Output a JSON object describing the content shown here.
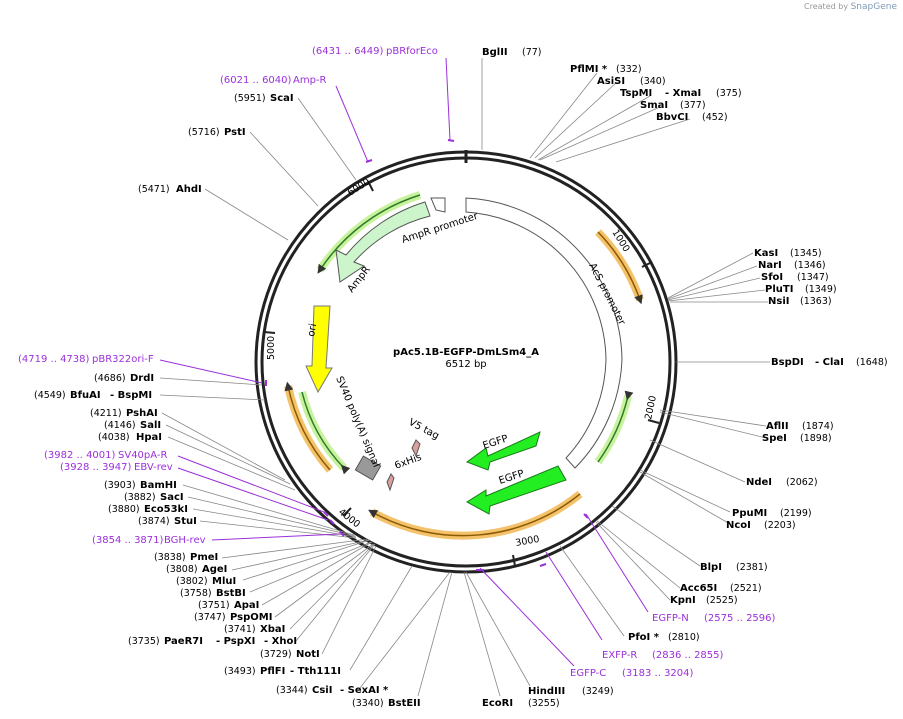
{
  "plasmid": {
    "name": "pAc5.1B-EGFP-DmLSm4_A",
    "length": "6512 bp",
    "watermark_prefix": "Created by",
    "watermark_brand": "SnapGene"
  },
  "ticks": [
    "1000",
    "2000",
    "3000",
    "4000",
    "5000",
    "6000"
  ],
  "features": [
    {
      "name": "AmpR promoter",
      "color": "#ffffff"
    },
    {
      "name": "AmpR",
      "color": "#ccf5cc"
    },
    {
      "name": "AcS promoter",
      "color": "#ffffff"
    },
    {
      "name": "ori",
      "color": "#ffff00"
    },
    {
      "name": "SV40 poly(A) signal",
      "color": "#999999"
    },
    {
      "name": "V5 tag",
      "color": "#d9a0a0"
    },
    {
      "name": "6xHis",
      "color": "#d9a0a0"
    },
    {
      "name": "EGFP",
      "color": "#22ee22"
    },
    {
      "name": "EGFP",
      "color": "#22ee22"
    }
  ],
  "sites": [
    {
      "name": "BglII",
      "pos": "(77)"
    },
    {
      "name": "PflMI *",
      "pos": "(332)"
    },
    {
      "name": "AsiSI",
      "pos": "(340)"
    },
    {
      "name": "TspMI",
      "name2": "XmaI",
      "pos": "(375)"
    },
    {
      "name": "SmaI",
      "pos": "(377)"
    },
    {
      "name": "BbvCI",
      "pos": "(452)"
    },
    {
      "name": "KasI",
      "pos": "(1345)"
    },
    {
      "name": "NarI",
      "pos": "(1346)"
    },
    {
      "name": "SfoI",
      "pos": "(1347)"
    },
    {
      "name": "PluTI",
      "pos": "(1349)"
    },
    {
      "name": "NsiI",
      "pos": "(1363)"
    },
    {
      "name": "BspDI",
      "name2": "ClaI",
      "pos": "(1648)"
    },
    {
      "name": "AflII",
      "pos": "(1874)"
    },
    {
      "name": "SpeI",
      "pos": "(1898)"
    },
    {
      "name": "NdeI",
      "pos": "(2062)"
    },
    {
      "name": "PpuMI",
      "pos": "(2199)"
    },
    {
      "name": "NcoI",
      "pos": "(2203)"
    },
    {
      "name": "BlpI",
      "pos": "(2381)"
    },
    {
      "name": "Acc65I",
      "pos": "(2521)"
    },
    {
      "name": "KpnI",
      "pos": "(2525)"
    },
    {
      "name": "PfoI *",
      "pos": "(2810)"
    },
    {
      "name": "HindIII",
      "pos": "(3249)"
    },
    {
      "name": "EcoRI",
      "pos": "(3255)"
    },
    {
      "name": "BstEII",
      "pos": "(3340)"
    },
    {
      "name": "CsiI",
      "name2": "SexAI *",
      "pos": "(3344)"
    },
    {
      "name": "PflFI",
      "name2": "Tth111I",
      "pos": "(3493)"
    },
    {
      "name": "NotI",
      "pos": "(3729)"
    },
    {
      "name": "PaeR7I",
      "name2": "PspXI",
      "name3": "XhoI",
      "pos": "(3735)"
    },
    {
      "name": "XbaI",
      "pos": "(3741)"
    },
    {
      "name": "PspOMI",
      "pos": "(3747)"
    },
    {
      "name": "ApaI",
      "pos": "(3751)"
    },
    {
      "name": "BstBI",
      "pos": "(3758)"
    },
    {
      "name": "MluI",
      "pos": "(3802)"
    },
    {
      "name": "AgeI",
      "pos": "(3808)"
    },
    {
      "name": "PmeI",
      "pos": "(3838)"
    },
    {
      "name": "StuI",
      "pos": "(3874)"
    },
    {
      "name": "Eco53kI",
      "pos": "(3880)"
    },
    {
      "name": "SacI",
      "pos": "(3882)"
    },
    {
      "name": "BamHI",
      "pos": "(3903)"
    },
    {
      "name": "HpaI",
      "pos": "(4038)"
    },
    {
      "name": "SalI",
      "pos": "(4146)"
    },
    {
      "name": "PshAI",
      "pos": "(4211)"
    },
    {
      "name": "BfuAI",
      "name2": "BspMI",
      "pos": "(4549)"
    },
    {
      "name": "DrdI",
      "pos": "(4686)"
    },
    {
      "name": "AhdI",
      "pos": "(5471)"
    },
    {
      "name": "PstI",
      "pos": "(5716)"
    },
    {
      "name": "ScaI",
      "pos": "(5951)"
    }
  ],
  "primers": [
    {
      "range": "(6431 .. 6449)",
      "name": "pBRforEco"
    },
    {
      "range": "(6021 .. 6040)",
      "name": "Amp-R"
    },
    {
      "range": "(4719 .. 4738)",
      "name": "pBR322ori-F"
    },
    {
      "range": "(3982 .. 4001)",
      "name": "SV40pA-R"
    },
    {
      "range": "(3928 .. 3947)",
      "name": "EBV-rev"
    },
    {
      "range": "(3854 .. 3871)",
      "name": "BGH-rev"
    },
    {
      "name": "EGFP-N",
      "range": "(2575 .. 2596)"
    },
    {
      "name": "EXFP-R",
      "range": "(2836 .. 2855)"
    },
    {
      "name": "EGFP-C",
      "range": "(3183 .. 3204)"
    }
  ]
}
